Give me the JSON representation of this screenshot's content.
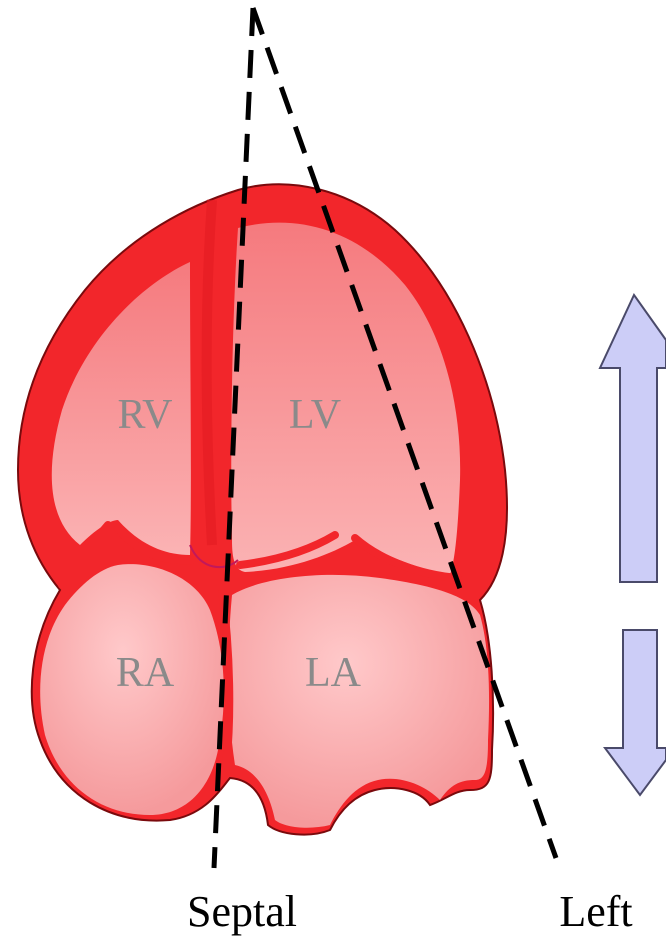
{
  "diagram": {
    "labels": {
      "rv": "RV",
      "lv": "LV",
      "ra": "RA",
      "la": "LA"
    },
    "captions": {
      "septal": "Septal",
      "left": "Left"
    },
    "colors": {
      "myocardium": "#f2262b",
      "myocardium_dark": "#e0141c",
      "chamber_fill": "#f58d8f",
      "chamber_light": "#ffc6c7",
      "chamber_label": "#8a8a8a",
      "arrow_fill": "#cccdf7",
      "arrow_stroke": "#4a4a6a",
      "scan_line": "#000000"
    },
    "arrows": {
      "up": "arrow-up-icon",
      "down": "arrow-down-icon"
    }
  }
}
